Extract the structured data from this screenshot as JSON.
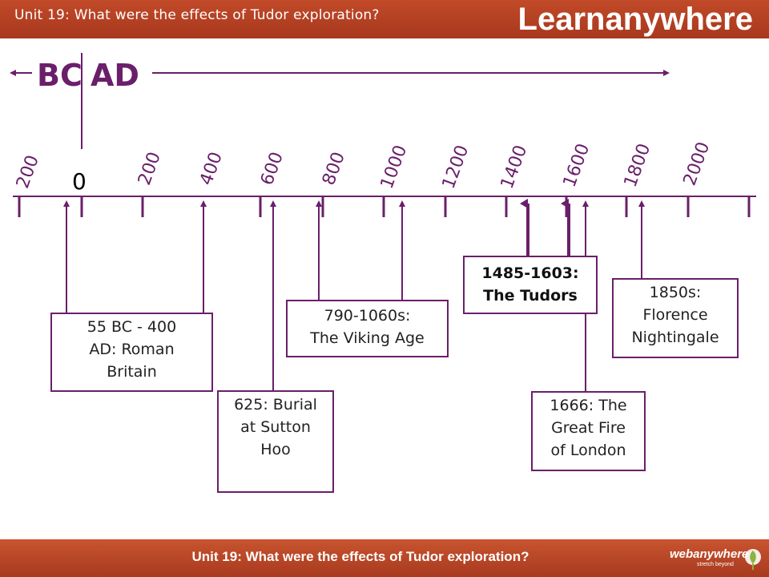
{
  "header": {
    "title": "Unit 19: What were the effects of Tudor exploration?",
    "logo": "Learnanywhere"
  },
  "footer": {
    "title": "Unit 19: What were the effects of Tudor exploration?",
    "brand": "webanywhere",
    "brand_tagline": "stretch beyond"
  },
  "timeline": {
    "bc_label": "BC",
    "ad_label": "AD",
    "zero_label": "0",
    "tick_labels": [
      "200",
      "200",
      "400",
      "600",
      "800",
      "1000",
      "1200",
      "1400",
      "1600",
      "1800",
      "2000"
    ],
    "line_color": "#6a1f6a"
  },
  "events": {
    "roman": {
      "line1": "55 BC - 400",
      "line2": "AD: Roman",
      "line3": "Britain"
    },
    "sutton": {
      "line1": "625: Burial",
      "line2": "at Sutton",
      "line3": "Hoo"
    },
    "viking": {
      "line1": "790-1060s:",
      "line2": "The Viking Age"
    },
    "tudors": {
      "line1": "1485-1603:",
      "line2": "The Tudors"
    },
    "fire": {
      "line1": "1666: The",
      "line2": "Great Fire",
      "line3": "of London"
    },
    "nightingale": {
      "line1": "1850s:",
      "line2": "Florence",
      "line3": "Nightingale"
    }
  }
}
